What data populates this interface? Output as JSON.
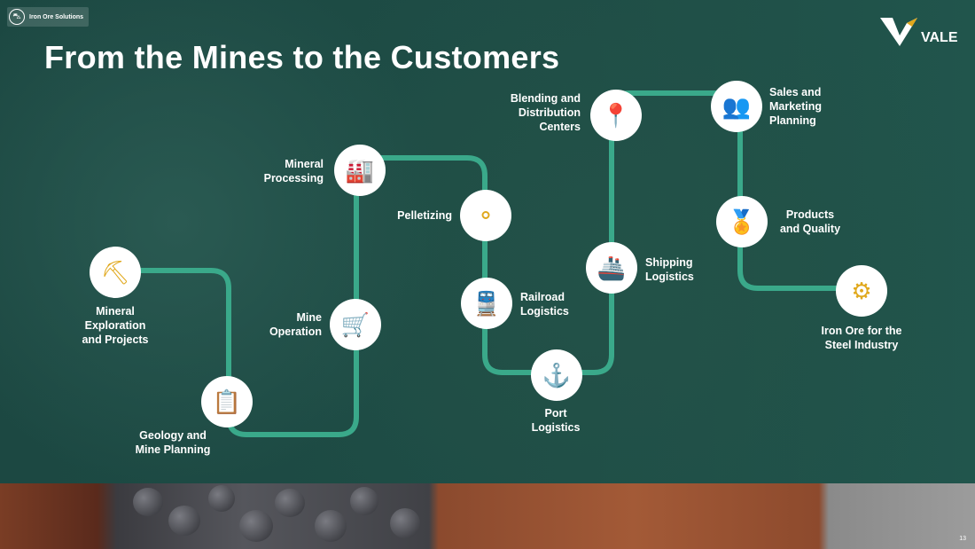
{
  "badge": {
    "label": "Iron Ore Solutions",
    "icon": "mine-cart-icon"
  },
  "title": "From the Mines to the Customers",
  "logo": "VALE",
  "page_number": "13",
  "colors": {
    "path": "#3aa98a",
    "accent": "#e0a81c",
    "teal": "#1a8a7a"
  },
  "steps": [
    {
      "label": "Mineral\nExploration\nand Projects",
      "icon": "pickaxe-icon",
      "glyph": "⛏"
    },
    {
      "label": "Geology and\nMine Planning",
      "icon": "checklist-icon",
      "glyph": "📋"
    },
    {
      "label": "Mine\nOperation",
      "icon": "mine-cart-icon",
      "glyph": "🛒"
    },
    {
      "label": "Mineral\nProcessing",
      "icon": "factory-icon",
      "glyph": "🏭"
    },
    {
      "label": "Pelletizing",
      "icon": "pellets-icon",
      "glyph": "⚬"
    },
    {
      "label": "Railroad\nLogistics",
      "icon": "train-icon",
      "glyph": "🚆"
    },
    {
      "label": "Port\nLogistics",
      "icon": "port-crane-icon",
      "glyph": "⚓"
    },
    {
      "label": "Shipping\nLogistics",
      "icon": "ship-icon",
      "glyph": "🚢"
    },
    {
      "label": "Blending and\nDistribution\nCenters",
      "icon": "route-pin-icon",
      "glyph": "📍"
    },
    {
      "label": "Sales and\nMarketing\nPlanning",
      "icon": "people-icon",
      "glyph": "👥"
    },
    {
      "label": "Products\nand Quality",
      "icon": "quality-badge-icon",
      "glyph": "🏅"
    },
    {
      "label": "Iron Ore for the\nSteel Industry",
      "icon": "ladle-icon",
      "glyph": "⚙"
    }
  ]
}
